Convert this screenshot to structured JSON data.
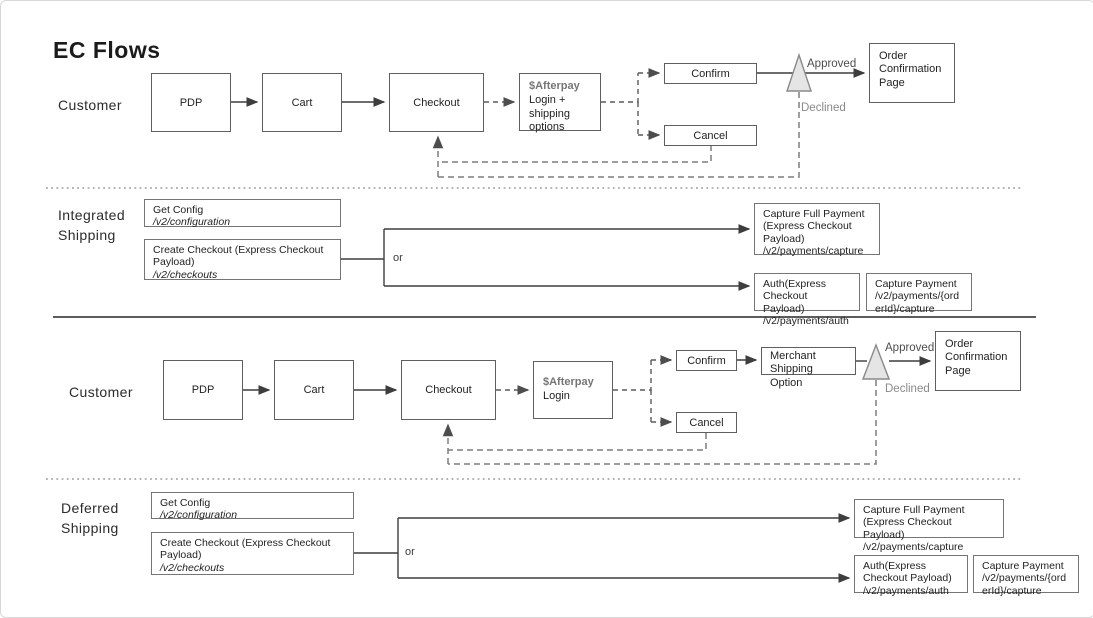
{
  "title": "EC Flows",
  "labels": {
    "approved": "Approved",
    "declined": "Declined",
    "or": "or"
  },
  "colors": {
    "box_border": "#5f5f5f",
    "api_box_border": "#757575",
    "afterpay_text": "#757575",
    "triangle_fill": "#e5e5e5",
    "connector_dark": "#3d3d3d",
    "connector_gray": "#757575"
  },
  "flow1": {
    "row_label": "Customer",
    "pdp": "PDP",
    "cart": "Cart",
    "checkout": "Checkout",
    "afterpay_brand": "$Afterpay",
    "afterpay_detail": "Login + shipping options",
    "confirm": "Confirm",
    "cancel": "Cancel",
    "order_confirmation": "Order Confirmation Page"
  },
  "integrated": {
    "row_label": "Integrated Shipping",
    "get_config_title": "Get Config",
    "get_config_path": "/v2/configuration",
    "create_checkout_title": "Create Checkout (Express Checkout Payload)",
    "create_checkout_path": "/v2/checkouts",
    "capture_full_title": "Capture Full Payment (Express Checkout Payload)",
    "capture_full_path": "/v2/payments/capture",
    "auth_title": "Auth(Express Checkout Payload)",
    "auth_path": "/v2/payments/auth",
    "capture_payment_title": "Capture Payment",
    "capture_payment_path": "/v2/payments/{orderId}/capture"
  },
  "flow2": {
    "row_label": "Customer",
    "pdp": "PDP",
    "cart": "Cart",
    "checkout": "Checkout",
    "afterpay_brand": "$Afterpay",
    "afterpay_detail": "Login",
    "confirm": "Confirm",
    "cancel": "Cancel",
    "merchant_shipping": "Merchant Shipping Option",
    "order_confirmation": "Order Confirmation Page"
  },
  "deferred": {
    "row_label": "Deferred Shipping",
    "get_config_title": "Get Config",
    "get_config_path": "/v2/configuration",
    "create_checkout_title": "Create Checkout (Express Checkout Payload)",
    "create_checkout_path": "/v2/checkouts",
    "capture_full_title": "Capture Full Payment (Express Checkout Payload)",
    "capture_full_path": "/v2/payments/capture",
    "auth_title": "Auth(Express Checkout Payload)",
    "auth_path": "/v2/payments/auth",
    "capture_payment_title": "Capture Payment",
    "capture_payment_path": "/v2/payments/{orderId}/capture"
  }
}
